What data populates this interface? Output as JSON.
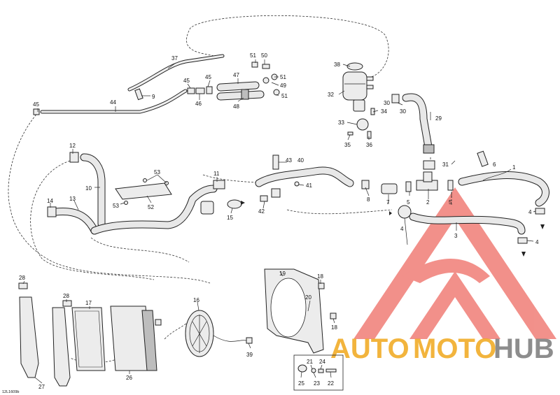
{
  "diagram": {
    "code": "12L1609b",
    "labels": {
      "n1": "1",
      "n2": "2",
      "n3": "3",
      "n4a": "4",
      "n4b": "4",
      "n4c": "4",
      "n5a": "5",
      "n5b": "5",
      "n6": "6",
      "n7": "7",
      "n8": "8",
      "n9": "9",
      "n10": "10",
      "n11": "11",
      "n12": "12",
      "n13": "13",
      "n14": "14",
      "n15": "15",
      "n16": "16",
      "n17": "17",
      "n18a": "18",
      "n18b": "18",
      "n19": "19",
      "n20": "20",
      "n21": "21",
      "n22": "22",
      "n23": "23",
      "n24": "24",
      "n25": "25",
      "n26": "26",
      "n27": "27",
      "n28a": "28",
      "n28b": "28",
      "n29": "29",
      "n30a": "30",
      "n30b": "30",
      "n31": "31",
      "n32": "32",
      "n33": "33",
      "n34": "34",
      "n35": "35",
      "n36": "36",
      "n37": "37",
      "n38": "38",
      "n39": "39",
      "n40": "40",
      "n41": "41",
      "n42": "42",
      "n43": "43",
      "n44": "44",
      "n45a": "45",
      "n45b": "45",
      "n45c": "45",
      "n46": "46",
      "n47": "47",
      "n48": "48",
      "n49": "49",
      "n50": "50",
      "n51a": "51",
      "n51b": "51",
      "n51c": "51",
      "n52": "52",
      "n53a": "53",
      "n53b": "53"
    }
  },
  "watermark": {
    "word_auto": "AUTO",
    "word_moto": "MOTO",
    "word_hub": "HUB",
    "color_red": "#e8362c",
    "color_gold": "#f0a81c",
    "color_gray": "#7a7a7a"
  }
}
